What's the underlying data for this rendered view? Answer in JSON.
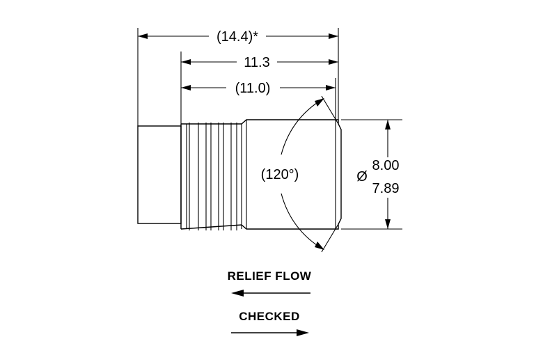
{
  "dimensions": {
    "overall_length": "(14.4)*",
    "body_length": "11.3",
    "ref_length": "(11.0)",
    "angle": "(120°)",
    "diameter_symbol": "Ø",
    "diameter_max": "8.00",
    "diameter_min": "7.89"
  },
  "flow": {
    "relief_label": "RELIEF FLOW",
    "checked_label": "CHECKED"
  }
}
